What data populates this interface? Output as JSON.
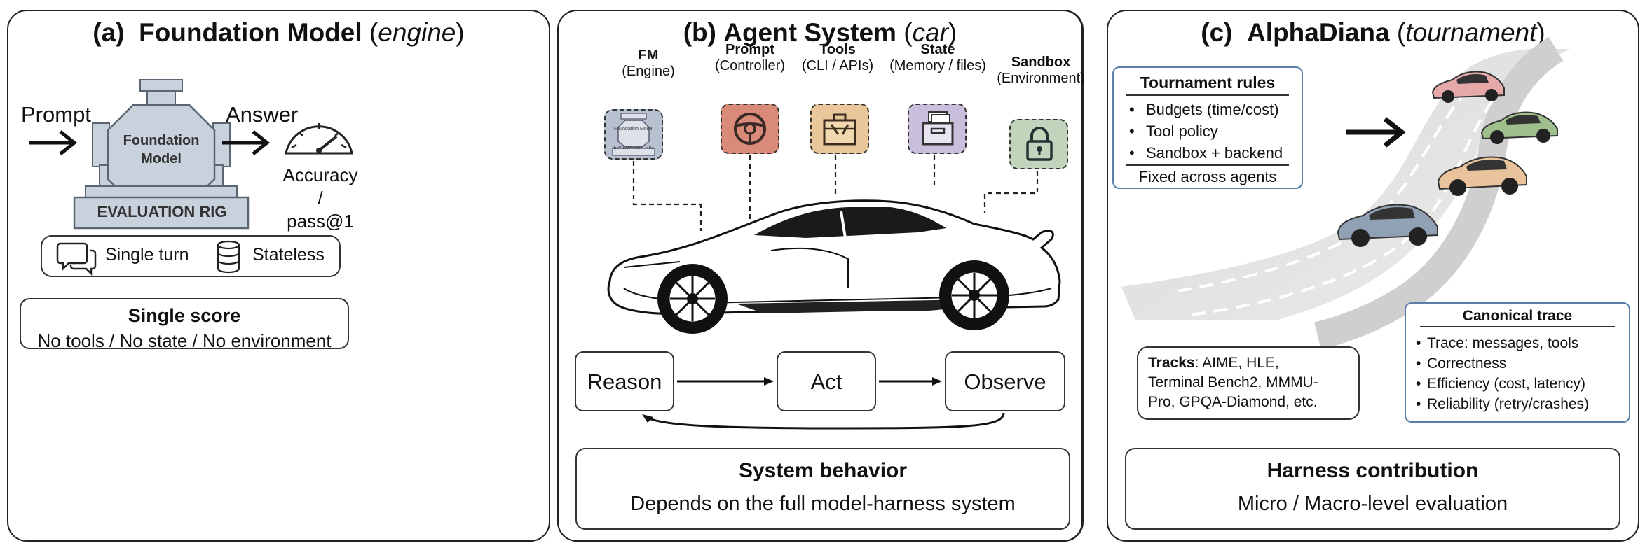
{
  "panel_a": {
    "title_prefix": "(a)",
    "title_main": "Foundation Model",
    "title_paren_open": "(",
    "title_italic": "engine",
    "title_paren_close": ")",
    "prompt_label": "Prompt",
    "answer_label": "Answer",
    "machine_label_line1": "Foundation",
    "machine_label_line2": "Model",
    "rig_label": "EVALUATION RIG",
    "metric_line1": "Accuracy /",
    "metric_line2": "pass@1",
    "features": [
      {
        "label": "Single turn",
        "icon": "chat-bubbles-icon"
      },
      {
        "label": "Stateless",
        "icon": "database-icon"
      }
    ],
    "summary_title": "Single score",
    "summary_text": "No tools / No state / No environment"
  },
  "panel_b": {
    "title_prefix": "(b)",
    "title_main": "Agent System",
    "title_paren_open": "(",
    "title_italic": "car",
    "title_paren_close": ")",
    "components": [
      {
        "name": "FM",
        "sub": "(Engine)",
        "icon": "engine-icon",
        "color": "#b6c0cf",
        "icon_text": "Foundation Model",
        "icon_text2": "EVALUATION RIG"
      },
      {
        "name": "Prompt",
        "sub": "(Controller)",
        "icon": "steering-wheel-icon",
        "color": "#d98a78"
      },
      {
        "name": "Tools",
        "sub": "(CLI / APIs)",
        "icon": "toolbox-icon",
        "color": "#e9c79a"
      },
      {
        "name": "State",
        "sub": "(Memory / files)",
        "icon": "file-cabinet-icon",
        "color": "#c9bedc"
      },
      {
        "name": "Sandbox",
        "sub": "(Environment)",
        "icon": "lock-icon",
        "color": "#c3d4bd"
      }
    ],
    "loop": [
      "Reason",
      "Act",
      "Observe"
    ],
    "summary_title": "System behavior",
    "summary_text": "Depends on the full model-harness system"
  },
  "panel_c": {
    "title_prefix": "(c)",
    "title_main": "AlphaDiana",
    "title_paren_open": "(",
    "title_italic": "tournament",
    "title_paren_close": ")",
    "rules_title": "Tournament rules",
    "rules": [
      "Budgets (time/cost)",
      "Tool policy",
      "Sandbox + backend"
    ],
    "rules_footer": "Fixed across agents",
    "tracks_label": "Tracks",
    "tracks_text_1": ":  AIME, HLE,",
    "tracks_text_2": "Terminal Bench2, MMMU-",
    "tracks_text_3": "Pro, GPQA-Diamond, etc.",
    "trace_title": "Canonical trace",
    "trace_items": [
      "Trace: messages, tools",
      "Correctness",
      "Efficiency (cost, latency)",
      "Reliability (retry/crashes)"
    ],
    "car_colors": [
      "#e6a9a9",
      "#9fbf8c",
      "#e8c39c",
      "#8fa1b3"
    ],
    "summary_title": "Harness contribution",
    "summary_text": "Micro / Macro-level evaluation"
  },
  "colors": {
    "machine": "#c9d1dc",
    "machine_stroke": "#5b6673",
    "trace_border": "#5a7fa8"
  }
}
